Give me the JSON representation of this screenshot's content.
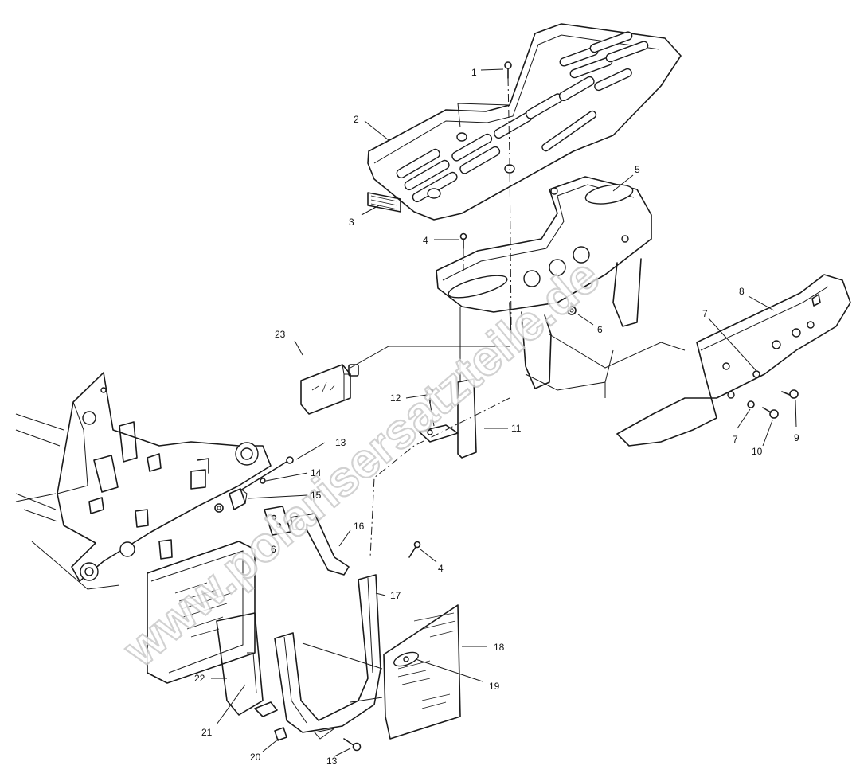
{
  "watermark": "www.polarisersatzteile.de",
  "callouts": [
    {
      "id": "c1",
      "label": "1"
    },
    {
      "id": "c2",
      "label": "2"
    },
    {
      "id": "c3",
      "label": "3"
    },
    {
      "id": "c4a",
      "label": "4"
    },
    {
      "id": "c5",
      "label": "5"
    },
    {
      "id": "c6a",
      "label": "6"
    },
    {
      "id": "c7a",
      "label": "7"
    },
    {
      "id": "c8",
      "label": "8"
    },
    {
      "id": "c7b",
      "label": "7"
    },
    {
      "id": "c9",
      "label": "9"
    },
    {
      "id": "c10",
      "label": "10"
    },
    {
      "id": "c11",
      "label": "11"
    },
    {
      "id": "c12",
      "label": "12"
    },
    {
      "id": "c23",
      "label": "23"
    },
    {
      "id": "c13a",
      "label": "13"
    },
    {
      "id": "c14",
      "label": "14"
    },
    {
      "id": "c15",
      "label": "15"
    },
    {
      "id": "c6b",
      "label": "6"
    },
    {
      "id": "c16",
      "label": "16"
    },
    {
      "id": "c4b",
      "label": "4"
    },
    {
      "id": "c17",
      "label": "17"
    },
    {
      "id": "c18",
      "label": "18"
    },
    {
      "id": "c19",
      "label": "19"
    },
    {
      "id": "c22",
      "label": "22"
    },
    {
      "id": "c21",
      "label": "21"
    },
    {
      "id": "c20",
      "label": "20"
    },
    {
      "id": "c13b",
      "label": "13"
    }
  ]
}
